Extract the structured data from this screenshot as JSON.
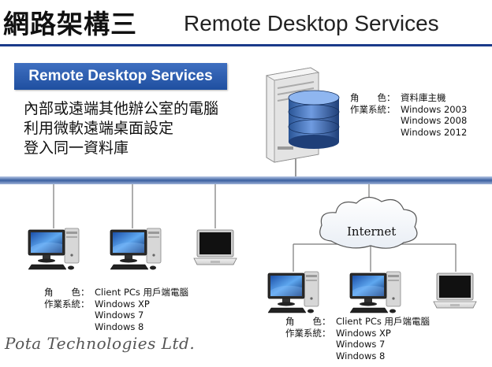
{
  "title": {
    "cjk": "網路架構三",
    "en": "Remote Desktop Services"
  },
  "badge": "Remote Desktop Services",
  "description": [
    "內部或遠端其他辦公室的電腦",
    "利用微軟遠端桌面設定",
    "登入同一資料庫"
  ],
  "server_info": {
    "role_label": "角　　色：",
    "role_value": "資料庫主機",
    "os_label": "作業系統：",
    "os_values": [
      "Windows 2003",
      "Windows 2008",
      "Windows 2012"
    ]
  },
  "client_info_left": {
    "role_label": "角　　色：",
    "role_value": "Client PCs 用戶端電腦",
    "os_label": "作業系統：",
    "os_values": [
      "Windows XP",
      "Windows 7",
      "Windows 8"
    ]
  },
  "client_info_right": {
    "role_label": "角　　色：",
    "role_value": "Client PCs 用戶端電腦",
    "os_label": "作業系統：",
    "os_values": [
      "Windows XP",
      "Windows 7",
      "Windows 8"
    ]
  },
  "internet_label": "Internet",
  "credit": "Pota Technologies Ltd.",
  "colors": {
    "bus": "#3a5fa0",
    "badge": "#2a5aa8",
    "database": "#3366aa",
    "title_rule": "#1a3a8a"
  },
  "icons": [
    "server-icon",
    "database-icon",
    "desktop-pc-icon",
    "laptop-icon",
    "cloud-icon"
  ]
}
